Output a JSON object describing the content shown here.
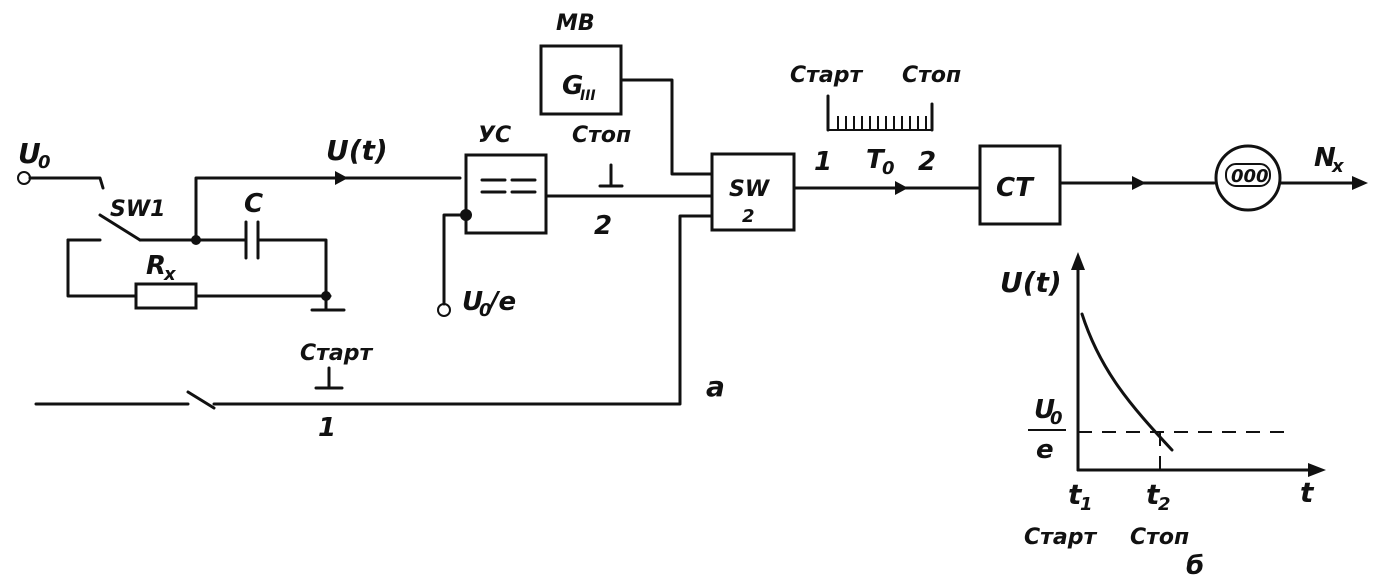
{
  "labels": {
    "u0": "U",
    "u0_sub": "0",
    "sw1": "SW1",
    "c": "C",
    "rx": "R",
    "rx_sub": "x",
    "ut": "U(t)",
    "yc": "УС",
    "stop_pulse": "Стоп",
    "stop_num": "2",
    "ref": "U",
    "ref_sub": "0",
    "ref_tail": "/e",
    "mb": "МВ",
    "gen": "G",
    "gen_sub": "III",
    "sw2": "SW",
    "sw2_sub": "2",
    "start_pulse": "Старт",
    "start_num": "1",
    "part_a": "a",
    "pulse_start": "Старт",
    "pulse_stop": "Стоп",
    "gate_1": "1",
    "gate_2": "2",
    "t0": "T",
    "t0_sub": "0",
    "ct": "СТ",
    "display": "000",
    "nx": "N",
    "nx_sub": "x"
  },
  "graph": {
    "y_label": "U(t)",
    "x_label": "t",
    "level": "U",
    "level_sub": "0",
    "level_den": "e",
    "t1": "t",
    "t1_sub": "1",
    "t2": "t",
    "t2_sub": "2",
    "t1_name": "Старт",
    "t2_name": "Стоп",
    "part_b": "б"
  }
}
